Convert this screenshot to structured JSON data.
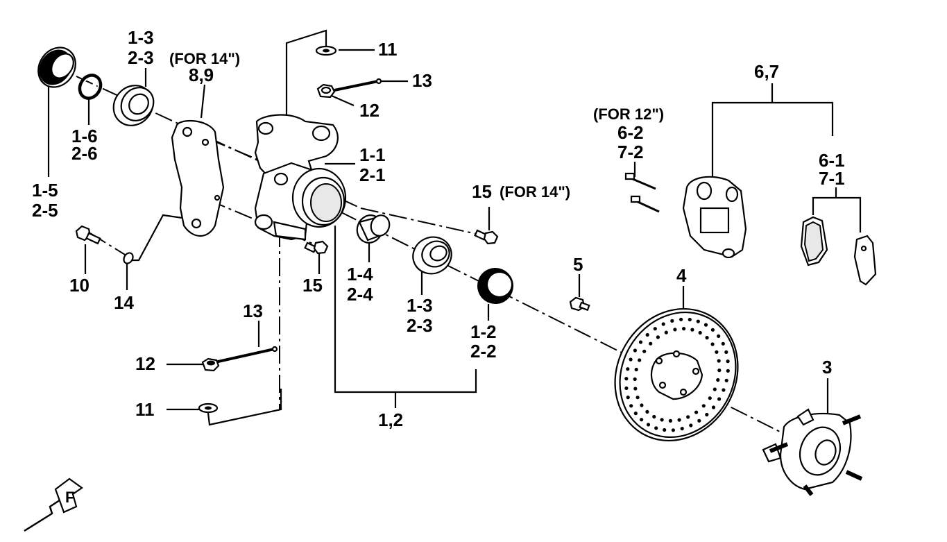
{
  "labels": {
    "p1_5": "1-5",
    "p2_5": "2-5",
    "p1_6": "1-6",
    "p2_6": "2-6",
    "p1_3a": "1-3",
    "p2_3a": "2-3",
    "for14a": "(FOR 14\")",
    "p8_9": "8,9",
    "p11a": "11",
    "p13a": "13",
    "p12a": "12",
    "p1_1": "1-1",
    "p2_1": "2-1",
    "p15a": "15",
    "for14b": "(FOR 14\")",
    "p10": "10",
    "p14": "14",
    "p15b": "15",
    "p1_4": "1-4",
    "p2_4": "2-4",
    "p1_3b": "1-3",
    "p2_3b": "2-3",
    "p1_2": "1-2",
    "p2_2": "2-2",
    "p1_2_group": "1,2",
    "p13b": "13",
    "p12b": "12",
    "p11b": "11",
    "p5": "5",
    "p4": "4",
    "p3": "3",
    "p6_7": "6,7",
    "for12": "(FOR 12\")",
    "p6_2": "6-2",
    "p7_2": "7-2",
    "p6_1": "6-1",
    "p7_1": "7-1",
    "front_mark": "F"
  }
}
